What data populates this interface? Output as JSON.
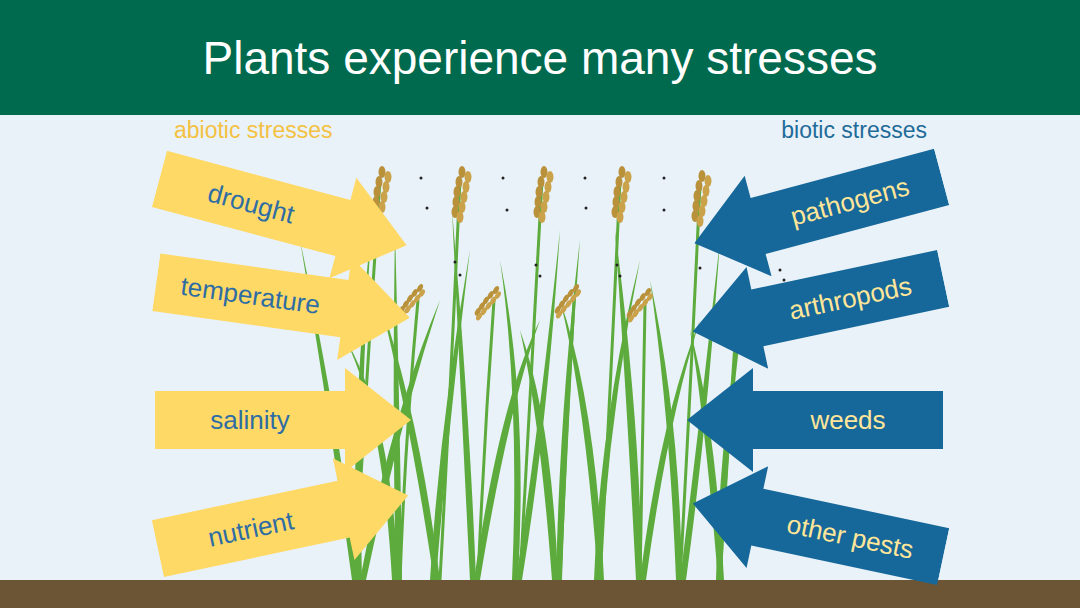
{
  "diagram": {
    "title": "Plants experience many stresses",
    "nodes": [
      {
        "text": [
          "drought"
        ]
      },
      {
        "text": [
          "temperature"
        ]
      },
      {
        "text": [
          "salinity"
        ]
      },
      {
        "text": [
          "nutrient"
        ]
      },
      {
        "text": [
          "pathogens"
        ]
      },
      {
        "text": [
          "arthropods"
        ]
      },
      {
        "text": [
          "weeds"
        ]
      },
      {
        "text": [
          "other pests"
        ]
      }
    ],
    "labels": [
      "abiotic stresses",
      "biotic stresses"
    ]
  }
}
